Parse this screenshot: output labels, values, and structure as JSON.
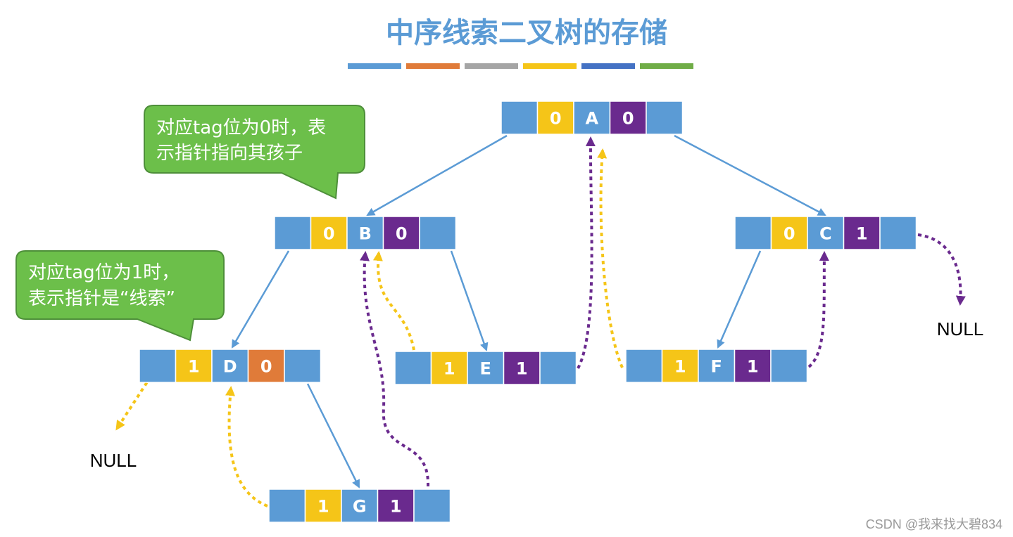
{
  "title": "中序线索二叉树的存储",
  "colors": {
    "title": "#5b9bd5",
    "ptr": "#5b9bd5",
    "ltag": "#f5c518",
    "data": "#5b9bd5",
    "rtag": "#6a2a8e",
    "rtag_alt": "#e07b39",
    "edge": "#5b9bd5",
    "thread_gold": "#f5c518",
    "thread_purple": "#6a2a8e",
    "callout_fill": "#6cbf4a",
    "callout_stroke": "#4e8f3a",
    "cell_text": "#ffffff",
    "null_text": "#000000",
    "watermark": "#999999"
  },
  "legend_colors": [
    "#5b9bd5",
    "#e07b39",
    "#a5a5a5",
    "#f5c518",
    "#4472c4",
    "#70ad47"
  ],
  "nodes": [
    {
      "id": "A",
      "ltag": "0",
      "data": "A",
      "rtag": "0"
    },
    {
      "id": "B",
      "ltag": "0",
      "data": "B",
      "rtag": "0"
    },
    {
      "id": "C",
      "ltag": "0",
      "data": "C",
      "rtag": "1"
    },
    {
      "id": "D",
      "ltag": "1",
      "data": "D",
      "rtag": "0"
    },
    {
      "id": "E",
      "ltag": "1",
      "data": "E",
      "rtag": "1"
    },
    {
      "id": "F",
      "ltag": "1",
      "data": "F",
      "rtag": "1"
    },
    {
      "id": "G",
      "ltag": "1",
      "data": "G",
      "rtag": "1"
    }
  ],
  "children": [
    {
      "parent": "A",
      "side": "left",
      "child": "B"
    },
    {
      "parent": "A",
      "side": "right",
      "child": "C"
    },
    {
      "parent": "B",
      "side": "left",
      "child": "D"
    },
    {
      "parent": "B",
      "side": "right",
      "child": "E"
    },
    {
      "parent": "C",
      "side": "left",
      "child": "F"
    },
    {
      "parent": "D",
      "side": "right",
      "child": "G"
    }
  ],
  "threads": [
    {
      "from": "D",
      "kind": "predecessor",
      "to": "NULL"
    },
    {
      "from": "G",
      "kind": "predecessor",
      "to": "D"
    },
    {
      "from": "G",
      "kind": "successor",
      "to": "B"
    },
    {
      "from": "E",
      "kind": "predecessor",
      "to": "B"
    },
    {
      "from": "E",
      "kind": "successor",
      "to": "A"
    },
    {
      "from": "F",
      "kind": "predecessor",
      "to": "A"
    },
    {
      "from": "F",
      "kind": "successor",
      "to": "C"
    },
    {
      "from": "C",
      "kind": "successor",
      "to": "NULL"
    }
  ],
  "callouts": [
    {
      "lines": [
        "对应tag位为0时，表",
        "示指针指向其孩子"
      ]
    },
    {
      "lines": [
        "对应tag位为1时，",
        "表示指针是“线索”"
      ]
    }
  ],
  "null_label": "NULL",
  "watermark": "CSDN @我来找大碧834"
}
